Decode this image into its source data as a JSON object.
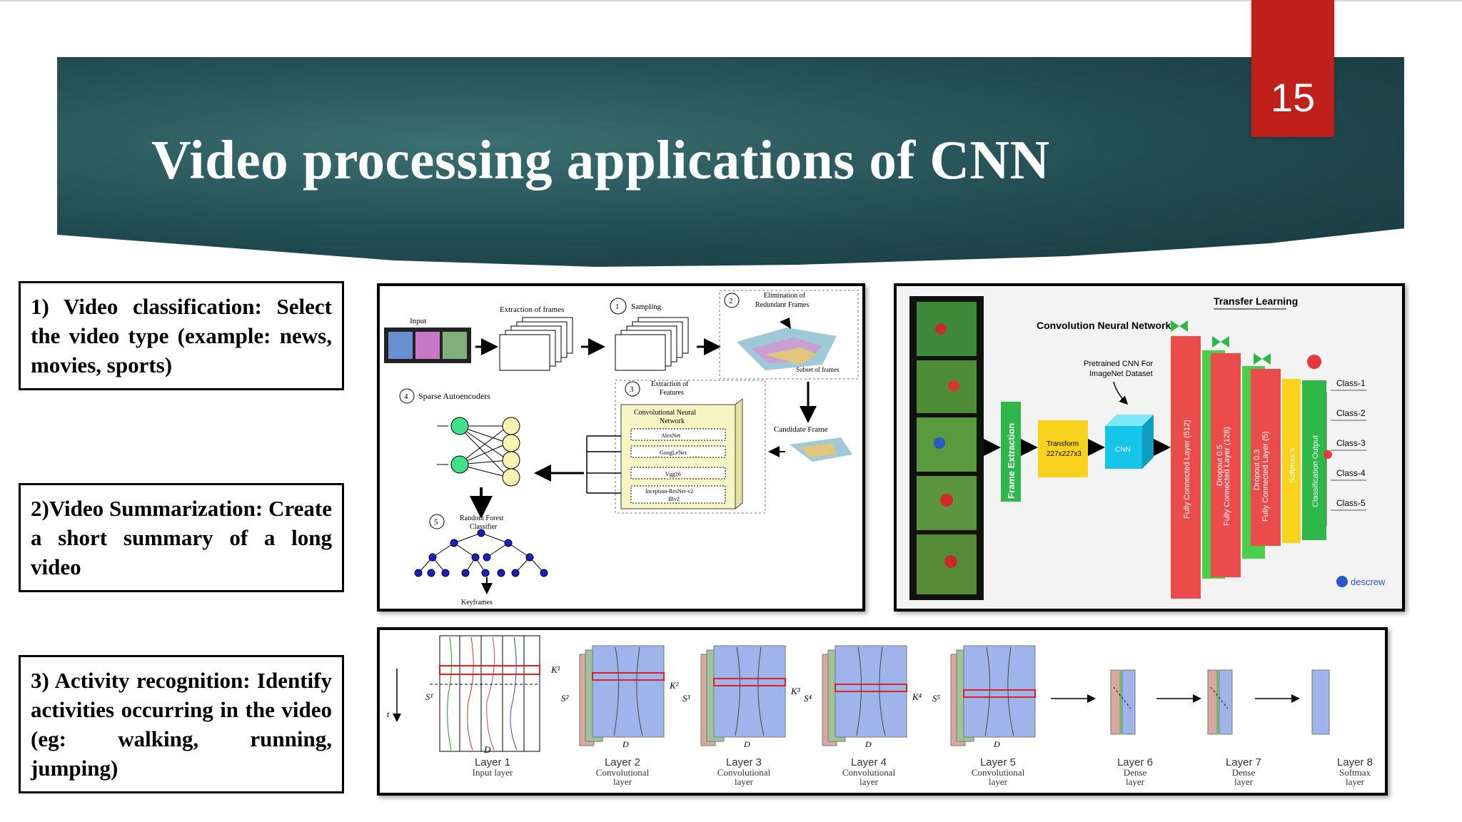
{
  "slide": {
    "title": "Video processing applications of CNN",
    "page_number": "15",
    "accent_color": "#c0201c",
    "banner_color": "#214b51"
  },
  "items": [
    {
      "text": "1) Video classification: Select the video type (example: news, movies, sports)"
    },
    {
      "text": "2)Video Summarization: Create a short summary of a long video"
    },
    {
      "text": "3) Activity recognition: Identify activities occurring in the video (eg: walking, running, jumping)"
    }
  ],
  "fig_summarization": {
    "input": "Input",
    "extraction_frames": "Extraction of frames",
    "step1": "1",
    "sampling": "Sampling",
    "step2": "2",
    "elimination_1": "Elimination of",
    "elimination_2": "Redundant Frames",
    "subset": "Subset of frames",
    "step3": "3",
    "features_1": "Extraction of",
    "features_2": "Features",
    "cnn_1": "Convolutional Neural",
    "cnn_2": "Network",
    "models": [
      "AlexNet",
      "GoogLeNet",
      "Vgg16",
      "Inception-ResNet-v2",
      "IRv2"
    ],
    "candidate": "Candidate Frame",
    "step4": "4",
    "sparse": "Sparse Autoencoders",
    "step5": "5",
    "rf_1": "Random Forest",
    "rf_2": "Classifier",
    "keyframes": "Keyframes"
  },
  "fig_classification": {
    "transfer": "Transfer Learning",
    "cnn": "Convolution Neural Network",
    "pretrained_1": "Pretrained CNN For",
    "pretrained_2": "ImageNet Dataset",
    "frame_extraction": "Frame Extraction",
    "transform_1": "Transform",
    "transform_2": "227x227x3",
    "cnn_cube": "CNN",
    "bars": [
      "Fully Connected Layer (512)",
      "Dropout 0.5",
      "Fully Connected Layer (128)",
      "Dropout 0.3",
      "Fully Connected Layer (5)",
      "Softmax 5",
      "Classification Output"
    ],
    "classes": [
      "Class-1",
      "Class-2",
      "Class-3",
      "Class-4",
      "Class-5"
    ],
    "brand": "descrew"
  },
  "fig_activity": {
    "t_label": "t",
    "layers": [
      {
        "name": "Layer 1",
        "type1": "Input layer",
        "type2": ""
      },
      {
        "name": "Layer 2",
        "type1": "Convolutional",
        "type2": "layer"
      },
      {
        "name": "Layer 3",
        "type1": "Convolutional",
        "type2": "layer"
      },
      {
        "name": "Layer 4",
        "type1": "Convolutional",
        "type2": "layer"
      },
      {
        "name": "Layer 5",
        "type1": "Convolutional",
        "type2": "layer"
      },
      {
        "name": "Layer 6",
        "type1": "Dense",
        "type2": "layer"
      },
      {
        "name": "Layer 7",
        "type1": "Dense",
        "type2": "layer"
      },
      {
        "name": "Layer 8",
        "type1": "Softmax",
        "type2": "layer"
      }
    ],
    "labels": {
      "s1": "S¹",
      "d1": "D",
      "k1": "K¹",
      "s2": "S²",
      "k2": "K²",
      "s3": "S³",
      "k3": "K³",
      "s4": "S⁴",
      "k4": "K⁴",
      "s5": "S⁵",
      "d2": "D",
      "d3": "D",
      "d4": "D",
      "d5": "D"
    }
  }
}
